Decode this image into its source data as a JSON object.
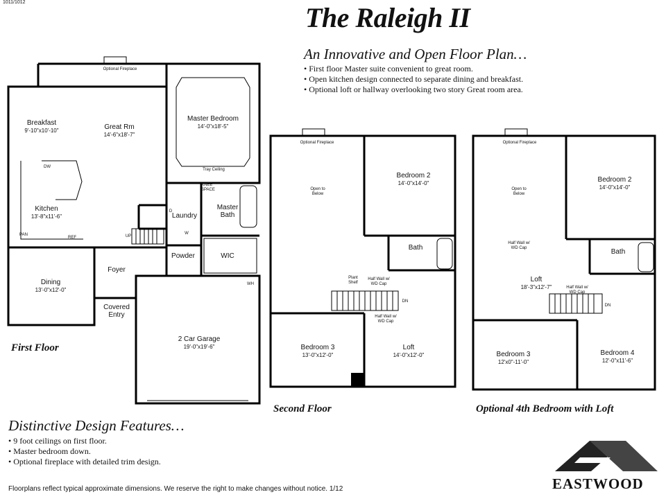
{
  "plan_code": "1011/1012",
  "title": "The Raleigh II",
  "subtitle": "An Innovative and Open Floor Plan…",
  "bullets": [
    "First floor Master suite convenient to great room.",
    "Open kitchen design connected to separate dining and breakfast.",
    "Optional loft or hallway overlooking two story Great room area."
  ],
  "features_title": "Distinctive Design Features…",
  "features": [
    "9 foot ceilings on first floor.",
    "Master bedroom down.",
    "Optional fireplace with detailed trim design."
  ],
  "disclaimer": "Floorplans reflect typical approximate dimensions. We reserve the right to make changes without notice. 1/12",
  "brand": "EASTWOOD",
  "floors": {
    "first": {
      "label": "First Floor",
      "fireplace": "Optional Fireplace",
      "rooms": {
        "breakfast": {
          "name": "Breakfast",
          "dim": "9'-10\"x10'-10\""
        },
        "great_rm": {
          "name": "Great Rm",
          "dim": "14'-6\"x18'-7\""
        },
        "master_bedroom": {
          "name": "Master Bedroom",
          "dim": "14'-0\"x18'-5\""
        },
        "tray_ceiling": "Tray Ceiling",
        "kitchen": {
          "name": "Kitchen",
          "dim": "13'-8\"x11'-6\""
        },
        "dw": "DW",
        "pan": "PAN",
        "ref": "REF",
        "up": "UP",
        "laundry": "Laundry",
        "d": "D",
        "w": "W",
        "knee_space": "KNEE SPACE",
        "master_bath": "Master Bath",
        "dining": {
          "name": "Dining",
          "dim": "13'-0\"x12'-0\""
        },
        "foyer": "Foyer",
        "powder": "Powder",
        "wic": "WIC",
        "covered_entry": "Covered Entry",
        "garage": {
          "name": "2 Car Garage",
          "dim": "19'-0\"x19'-6\""
        },
        "wh": "WH"
      }
    },
    "second": {
      "label": "Second Floor",
      "fireplace": "Optional Fireplace",
      "rooms": {
        "open_below": "Open to Below",
        "bedroom2": {
          "name": "Bedroom 2",
          "dim": "14'-0\"x14'-0\""
        },
        "bath": "Bath",
        "plant_shelf": "Plant Shelf",
        "half_wall_1": "Half Wall w/ WD Cap",
        "half_wall_2": "Half Wall w/ WD Cap",
        "dn": "DN",
        "bedroom3": {
          "name": "Bedroom 3",
          "dim": "13'-0\"x12'-0\""
        },
        "loft": {
          "name": "Loft",
          "dim": "14'-0\"x12'-0\""
        }
      }
    },
    "optional": {
      "label": "Optional 4th Bedroom with Loft",
      "fireplace": "Optional Fireplace",
      "rooms": {
        "open_below": "Open to Below",
        "bedroom2": {
          "name": "Bedroom 2",
          "dim": "14'-0\"x14'-0\""
        },
        "half_wall_1": "Half Wall w/ WD Cap",
        "bath": "Bath",
        "loft": {
          "name": "Loft",
          "dim": "18'-3\"x12'-7\""
        },
        "half_wall_2": "Half Wall w/ WD Cap",
        "dn": "DN",
        "bedroom3": {
          "name": "Bedroom 3",
          "dim": "12'x0\"-11'-0\""
        },
        "bedroom4": {
          "name": "Bedroom 4",
          "dim": "12'-0\"x11'-6\""
        }
      }
    }
  }
}
